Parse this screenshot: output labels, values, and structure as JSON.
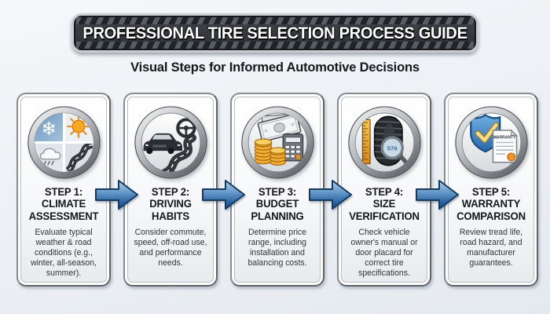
{
  "header": {
    "title": "PROFESSIONAL TIRE SELECTION PROCESS GUIDE",
    "subtitle": "Visual Steps for Informed Automotive Decisions"
  },
  "steps": [
    {
      "step_label": "STEP 1:",
      "name": "CLIMATE ASSESSMENT",
      "description": "Evaluate typical weather & road conditions (e.g., winter, all-season, summer).",
      "icon": "climate-weather-icon"
    },
    {
      "step_label": "STEP 2:",
      "name": "DRIVING HABITS",
      "description": "Consider commute, speed, off-road use, and performance needs.",
      "icon": "car-steering-road-icon"
    },
    {
      "step_label": "STEP 3:",
      "name": "BUDGET PLANNING",
      "description": "Determine price range, including installation and balancing costs.",
      "icon": "money-coins-calculator-icon"
    },
    {
      "step_label": "STEP 4:",
      "name": "SIZE VERIFICATION",
      "description": "Check vehicle owner's manual or door placard for correct tire specifications.",
      "icon": "tire-ruler-magnifier-icon"
    },
    {
      "step_label": "STEP 5:",
      "name": "WARRANTY COMPARISON",
      "description": "Review tread life, road hazard, and manufacturer guarantees.",
      "icon": "warranty-shield-document-icon"
    }
  ],
  "icon_text": {
    "magnifier_value": "576",
    "document_label": "WARRANTY",
    "snowflake_glyph": "❄"
  },
  "colors": {
    "arrow_blue": "#2f66a2",
    "banner_dark": "#2c2f34",
    "shield_blue": "#2a66a8",
    "coin_gold": "#f1ac35",
    "accent_orange": "#e8922a"
  }
}
